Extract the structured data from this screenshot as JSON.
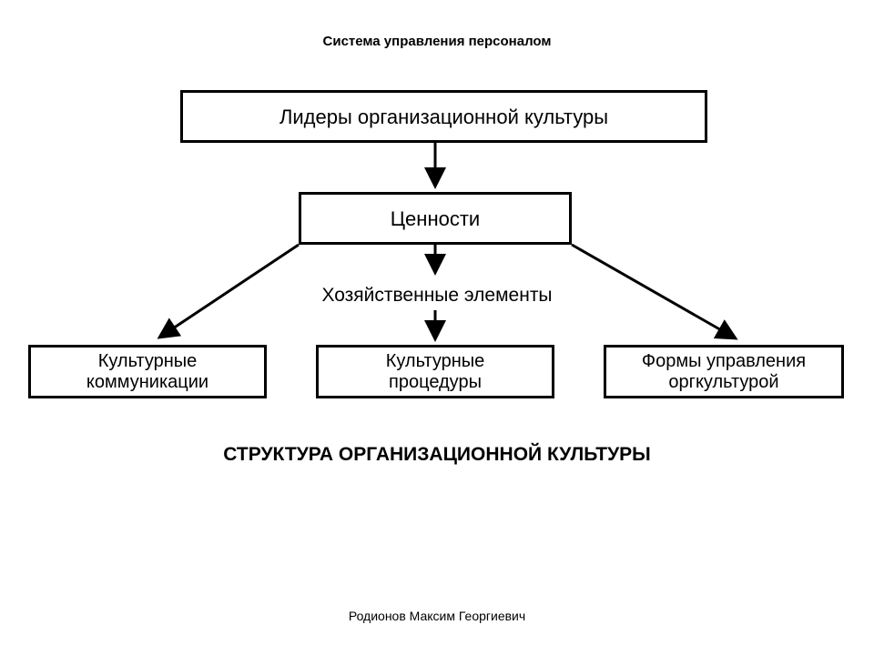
{
  "header": {
    "title": "Система управления персоналом"
  },
  "diagram": {
    "top_box": "Лидеры организационной культуры",
    "values_box": "Ценности",
    "middle_label": "Хозяйственные элементы",
    "bottom_boxes": [
      {
        "line1": "Культурные",
        "line2": "коммуникации"
      },
      {
        "line1": "Культурные",
        "line2": "процедуры"
      },
      {
        "line1": "Формы управления",
        "line2": "оргкультурой"
      }
    ]
  },
  "caption": "СТРУКТУРА ОРГАНИЗАЦИОННОЙ КУЛЬТУРЫ",
  "author": "Родионов Максим Георгиевич"
}
